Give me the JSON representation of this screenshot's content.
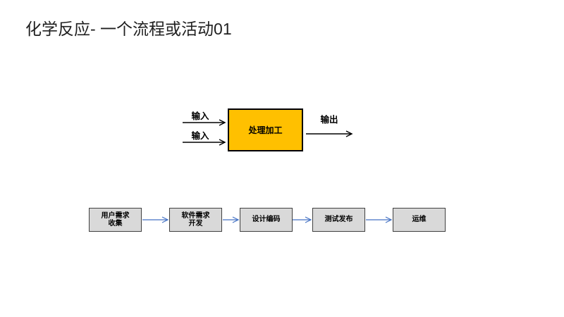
{
  "slide": {
    "title": "化学反应- 一个流程或活动01"
  },
  "process": {
    "inputs": [
      {
        "label": "输入"
      },
      {
        "label": "输入"
      }
    ],
    "box_label": "处理加工",
    "output_label": "输出"
  },
  "flow": {
    "steps": [
      {
        "lines": [
          "用户需求",
          "收集"
        ]
      },
      {
        "lines": [
          "软件需求",
          "开发"
        ]
      },
      {
        "lines": [
          "设计编码"
        ]
      },
      {
        "lines": [
          "测试发布"
        ]
      },
      {
        "lines": [
          "运维"
        ]
      }
    ]
  },
  "colors": {
    "background": "#FFFFFF",
    "title_text": "#1F1F1F",
    "process_box_fill": "#FFC000",
    "process_box_border": "#000000",
    "black_arrow": "#000000",
    "step_box_fill": "#D9D9D9",
    "step_box_border": "#404040",
    "flow_connector_blue": "#4472C4"
  }
}
